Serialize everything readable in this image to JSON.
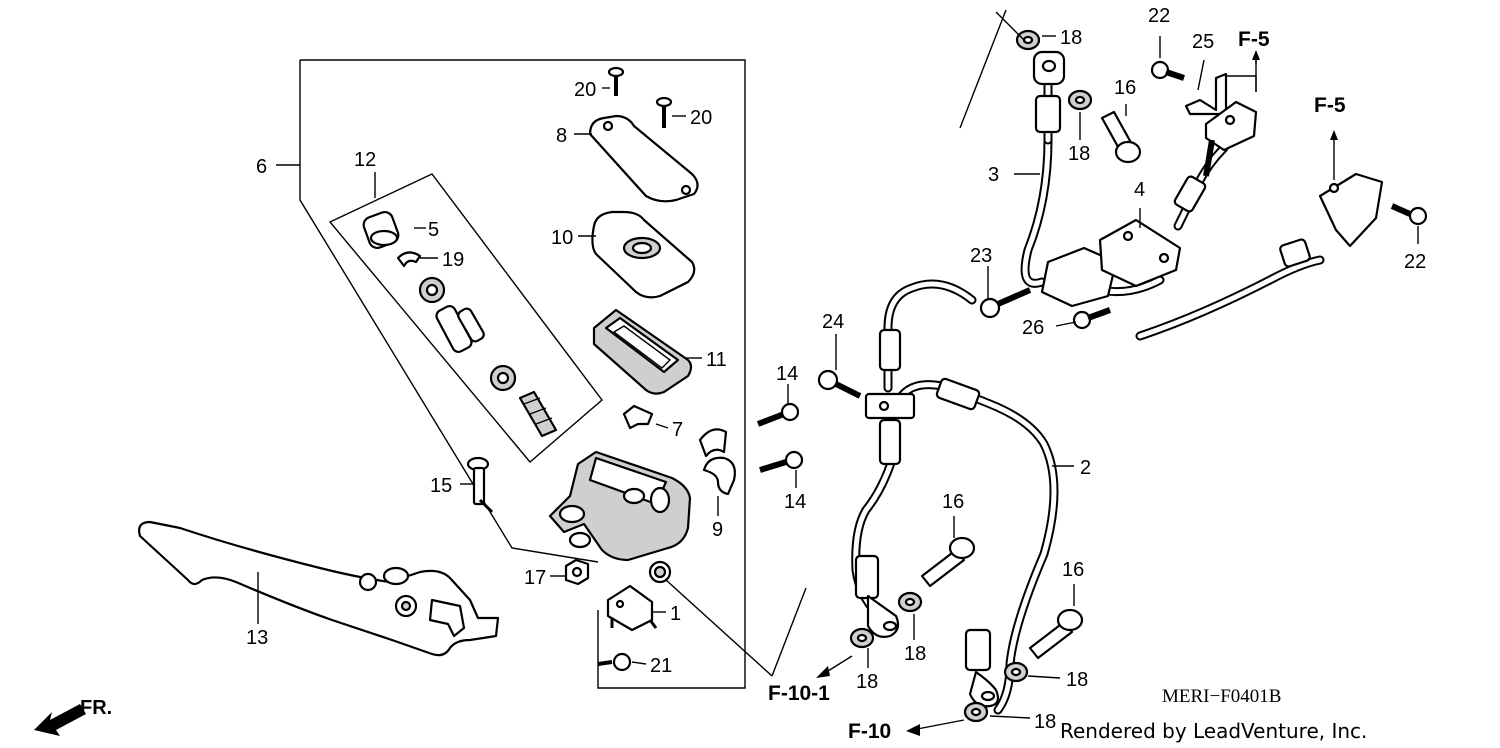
{
  "diagram": {
    "callouts": {
      "c1": "1",
      "c2": "2",
      "c3": "3",
      "c4": "4",
      "c5": "5",
      "c6": "6",
      "c7": "7",
      "c8": "8",
      "c9": "9",
      "c10": "10",
      "c11": "11",
      "c12": "12",
      "c13": "13",
      "c14a": "14",
      "c14b": "14",
      "c15": "15",
      "c16a": "16",
      "c16b": "16",
      "c16c": "16",
      "c17": "17",
      "c18a": "18",
      "c18b": "18",
      "c18c": "18",
      "c18d": "18",
      "c18e": "18",
      "c18f": "18",
      "c19": "19",
      "c20a": "20",
      "c20b": "20",
      "c21": "21",
      "c22a": "22",
      "c22b": "22",
      "c23": "23",
      "c24": "24",
      "c25": "25",
      "c26": "26"
    },
    "references": {
      "f5a": "F-5",
      "f5b": "F-5",
      "f101": "F-10-1",
      "f10": "F-10"
    },
    "front_indicator": "FR.",
    "diagram_code": "MERI−F0401B",
    "credit": "Rendered by LeadVenture, Inc."
  }
}
